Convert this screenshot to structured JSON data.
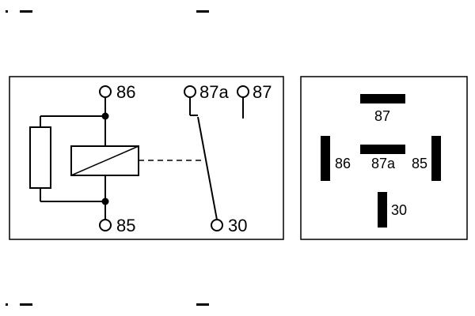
{
  "schematic": {
    "terminals": {
      "coil_top": "86",
      "coil_bottom": "85",
      "nc_contact": "87a",
      "no_contact": "87",
      "common": "30"
    }
  },
  "pinout": {
    "pins": {
      "p87": "87",
      "p86": "86",
      "p87a": "87a",
      "p85": "85",
      "p30": "30"
    }
  },
  "colors": {
    "ink": "#000000",
    "background": "#ffffff"
  }
}
